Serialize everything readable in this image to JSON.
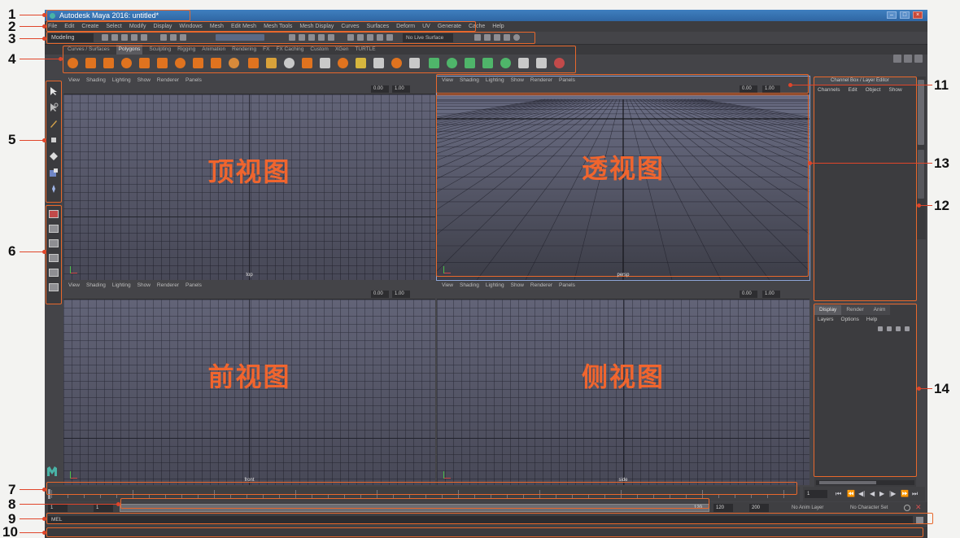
{
  "app": {
    "title": "Autodesk Maya 2016: untitled*",
    "window_buttons": [
      "–",
      "□",
      "×"
    ]
  },
  "menus": [
    "File",
    "Edit",
    "Create",
    "Select",
    "Modify",
    "Display",
    "Windows",
    "Mesh",
    "Edit Mesh",
    "Mesh Tools",
    "Mesh Display",
    "Curves",
    "Surfaces",
    "Deform",
    "UV",
    "Generate",
    "Cache",
    "Help"
  ],
  "status_line": {
    "mode": "Modeling",
    "live_surface": "No Live Surface"
  },
  "shelf": {
    "tabs": [
      "Curves / Surfaces",
      "Polygons",
      "Sculpting",
      "Rigging",
      "Animation",
      "Rendering",
      "FX",
      "FX Caching",
      "Custom",
      "XGen",
      "TURTLE"
    ],
    "active_tab": "Polygons",
    "icon_colors": [
      "#e0731f",
      "#e0731f",
      "#e0731f",
      "#e0731f",
      "#e0731f",
      "#e0731f",
      "#e0731f",
      "#e0731f",
      "#e0731f",
      "#d88a3a",
      "#e0731f",
      "#d9a23a",
      "#c9c9c9",
      "#e0731f",
      "#c9c9c9",
      "#e0731f",
      "#d7b63e",
      "#c9c9c9",
      "#e0731f",
      "#c9c9c9",
      "#4fb56a",
      "#4fb56a",
      "#4fb56a",
      "#4fb56a",
      "#4fb56a",
      "#c9c9c9",
      "#c9c9c9",
      "#c24a4a"
    ]
  },
  "viewports": {
    "menu": [
      "View",
      "Shading",
      "Lighting",
      "Show",
      "Renderer",
      "Panels"
    ],
    "field_a": "0.00",
    "field_b": "1.00",
    "top": {
      "label": "顶视图",
      "camera": "top"
    },
    "persp": {
      "label": "透视图",
      "camera": "persp"
    },
    "front": {
      "label": "前视图",
      "camera": "front"
    },
    "side": {
      "label": "侧视图",
      "camera": "side"
    }
  },
  "channel_box": {
    "header": "Channel Box / Layer Editor",
    "menu": [
      "Channels",
      "Edit",
      "Object",
      "Show"
    ]
  },
  "layer_editor": {
    "tabs": [
      "Display",
      "Render",
      "Anim"
    ],
    "active_tab": "Display",
    "menu": [
      "Layers",
      "Options",
      "Help"
    ]
  },
  "time_slider": {
    "current_frame": "1"
  },
  "playback_buttons": [
    "⏮",
    "⏪",
    "◀|",
    "◀",
    "▶",
    "|▶",
    "⏩",
    "⏭"
  ],
  "range_slider": {
    "start": "1",
    "inner_start": "1",
    "inner_end": "120",
    "end": "120",
    "max": "200",
    "anim_layer": "No Anim Layer",
    "character_set": "No Character Set"
  },
  "command_line": {
    "language": "MEL"
  },
  "callouts": [
    "1",
    "2",
    "3",
    "4",
    "5",
    "6",
    "7",
    "8",
    "9",
    "10",
    "11",
    "12",
    "13",
    "14"
  ],
  "colors": {
    "callout_line": "#e0452a",
    "highlight": "#e8682c",
    "viewport_label": "#f0652e",
    "viewport_bg": "#5f6170"
  }
}
